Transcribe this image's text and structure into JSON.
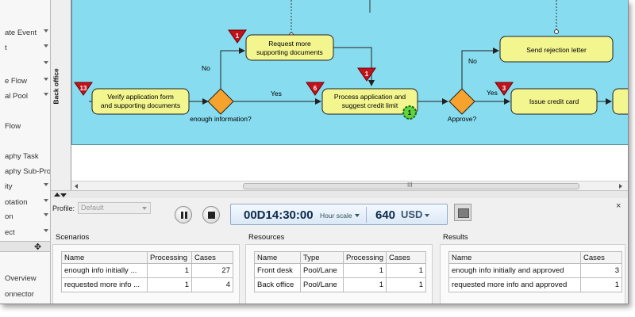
{
  "palette": {
    "items": [
      {
        "label": "ate Event",
        "arrow": true
      },
      {
        "label": "t",
        "arrow": true
      },
      {
        "label": "",
        "arrow": true
      },
      {
        "label": "e Flow",
        "arrow": true
      },
      {
        "label": "al Pool",
        "arrow": true
      },
      {
        "label": "",
        "arrow": false
      },
      {
        "label": "Flow",
        "arrow": false
      },
      {
        "label": "",
        "arrow": false
      },
      {
        "label": "aphy Task",
        "arrow": false
      },
      {
        "label": "aphy Sub-Pro",
        "arrow": false
      },
      {
        "label": "ity",
        "arrow": true
      },
      {
        "label": "",
        "arrow": false
      },
      {
        "label": "otation",
        "arrow": false
      },
      {
        "label": "on",
        "arrow": true
      },
      {
        "label": "ect",
        "arrow": true
      }
    ],
    "lower_items": [
      "Overview",
      "onnector"
    ]
  },
  "diagram": {
    "lane_label": "Back office",
    "tasks": {
      "verify": "Verify application form and supporting documents",
      "request_more": "Request more supporting documents",
      "process": "Process application and suggest credit limit",
      "send_rejection": "Send rejection letter",
      "issue_card": "Issue credit card"
    },
    "gateways": {
      "enough_info": "enough information?",
      "approve": "Approve?"
    },
    "flow_labels": {
      "no1": "No",
      "yes1": "Yes",
      "no2": "No",
      "yes2": "Yes"
    },
    "badges": {
      "verify": "13",
      "request_more": "1",
      "process_in": "6",
      "process_top": "1",
      "approve_out": "3",
      "token": "1"
    },
    "hscroll_grip": "III"
  },
  "sim": {
    "profile_label": "Profile:",
    "profile_value": "Default",
    "time": "00D14:30:00",
    "hour_scale": "Hour scale",
    "cost": "640",
    "currency": "USD",
    "close": "×"
  },
  "scenarios": {
    "title": "Scenarios",
    "columns": [
      "Name",
      "Processing",
      "Cases"
    ],
    "rows": [
      [
        "enough info initially ...",
        "1",
        "27"
      ],
      [
        "requested more info ...",
        "1",
        "4"
      ]
    ]
  },
  "resources": {
    "title": "Resources",
    "columns": [
      "Name",
      "Type",
      "Processing",
      "Cases"
    ],
    "rows": [
      [
        "Front desk",
        "Pool/Lane",
        "1",
        "1"
      ],
      [
        "Back office",
        "Pool/Lane",
        "1",
        "1"
      ]
    ]
  },
  "results": {
    "title": "Results",
    "columns": [
      "Name",
      "Cases"
    ],
    "rows": [
      [
        "enough info initially and approved",
        "3"
      ],
      [
        "requested more info and approved",
        "1"
      ]
    ]
  },
  "colors": {
    "lane": "#87dcef",
    "task": "#f3f58f",
    "gateway": "#f5a32c",
    "badge": "#c4121b",
    "token": "#5fd43c"
  }
}
